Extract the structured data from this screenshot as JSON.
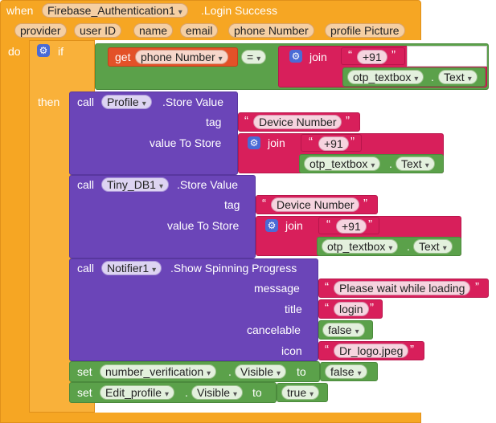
{
  "event": {
    "when": "when",
    "component": "Firebase_Authentication1",
    "event_name": ".Login Success",
    "params": [
      "provider",
      "user ID",
      "name",
      "email",
      "phone Number",
      "profile Picture"
    ],
    "do": "do"
  },
  "if_block": {
    "if": "if",
    "then": "then",
    "get": "get",
    "get_var": "phone Number",
    "op": "=",
    "join": "join",
    "text": "+91",
    "textbox": "otp_textbox",
    "prop": "Text"
  },
  "call1": {
    "call": "call",
    "component": "Profile",
    "method": ".Store Value",
    "tag_label": "tag",
    "tag_value": "Device Number",
    "vts_label": "value To Store",
    "join": "join",
    "text": "+91",
    "textbox": "otp_textbox",
    "prop": "Text"
  },
  "call2": {
    "call": "call",
    "component": "Tiny_DB1",
    "method": ".Store Value",
    "tag_label": "tag",
    "tag_value": "Device Number",
    "vts_label": "value To Store",
    "join": "join",
    "text": "+91",
    "textbox": "otp_textbox",
    "prop": "Text"
  },
  "call3": {
    "call": "call",
    "component": "Notifier1",
    "method": ".Show Spinning Progress",
    "message_label": "message",
    "message_value": "Please wait while loading",
    "title_label": "title",
    "title_value": "login",
    "cancelable_label": "cancelable",
    "cancelable_value": "false",
    "icon_label": "icon",
    "icon_value": "Dr_logo.jpeg"
  },
  "set1": {
    "set": "set",
    "component": "number_verification",
    "prop": "Visible",
    "to": "to",
    "value": "false"
  },
  "set2": {
    "set": "set",
    "component": "Edit_profile",
    "prop": "Visible",
    "to": "to",
    "value": "true"
  },
  "glyphs": {
    "caret": "▾",
    "open_quote": "“",
    "close_quote": "”",
    "gear": "⚙"
  }
}
